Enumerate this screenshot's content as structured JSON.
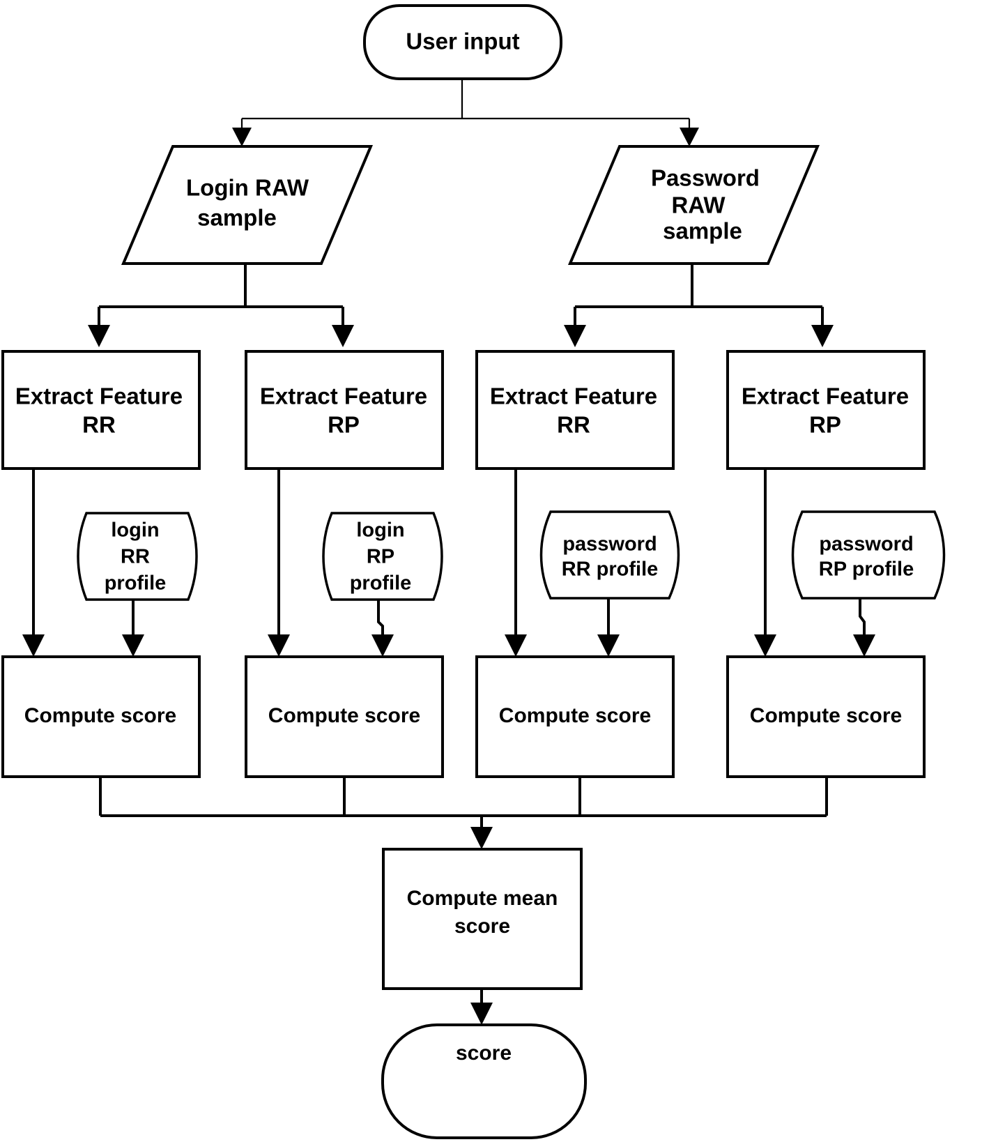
{
  "diagram": {
    "title": "Keystroke dynamics scoring flowchart",
    "colors": {
      "stroke": "#000000",
      "fill": "#ffffff",
      "background": "#ffffff"
    },
    "nodes": {
      "user_input": {
        "label": "User input",
        "shape": "terminator"
      },
      "login_raw": {
        "line1": "Login RAW",
        "line2": "sample",
        "shape": "parallelogram"
      },
      "password_raw": {
        "line1": "Password",
        "line2": "RAW",
        "line3": "sample",
        "shape": "parallelogram"
      },
      "extract_1": {
        "line1": "Extract Feature",
        "line2": "RR",
        "shape": "process"
      },
      "extract_2": {
        "line1": "Extract Feature",
        "line2": "RP",
        "shape": "process"
      },
      "extract_3": {
        "line1": "Extract Feature",
        "line2": "RR",
        "shape": "process"
      },
      "extract_4": {
        "line1": "Extract Feature",
        "line2": "RP",
        "shape": "process"
      },
      "profile_1": {
        "line1": "login",
        "line2": "RR",
        "line3": "profile",
        "shape": "stored-data"
      },
      "profile_2": {
        "line1": "login",
        "line2": "RP",
        "line3": "profile",
        "shape": "stored-data"
      },
      "profile_3": {
        "line1": "password",
        "line2": "RR profile",
        "shape": "stored-data"
      },
      "profile_4": {
        "line1": "password",
        "line2": "RP profile",
        "shape": "stored-data"
      },
      "score_1": {
        "label": "Compute score",
        "shape": "process"
      },
      "score_2": {
        "label": "Compute score",
        "shape": "process"
      },
      "score_3": {
        "label": "Compute score",
        "shape": "process"
      },
      "score_4": {
        "label": "Compute score",
        "shape": "process"
      },
      "mean_score": {
        "line1": "Compute mean",
        "line2": "score",
        "shape": "process"
      },
      "final_score": {
        "label": "score",
        "shape": "terminator"
      }
    },
    "edges": [
      {
        "from": "user_input",
        "to": "login_raw"
      },
      {
        "from": "user_input",
        "to": "password_raw"
      },
      {
        "from": "login_raw",
        "to": "extract_1"
      },
      {
        "from": "login_raw",
        "to": "extract_2"
      },
      {
        "from": "password_raw",
        "to": "extract_3"
      },
      {
        "from": "password_raw",
        "to": "extract_4"
      },
      {
        "from": "extract_1",
        "to": "score_1"
      },
      {
        "from": "extract_2",
        "to": "score_2"
      },
      {
        "from": "extract_3",
        "to": "score_3"
      },
      {
        "from": "extract_4",
        "to": "score_4"
      },
      {
        "from": "profile_1",
        "to": "score_1"
      },
      {
        "from": "profile_2",
        "to": "score_2"
      },
      {
        "from": "profile_3",
        "to": "score_3"
      },
      {
        "from": "profile_4",
        "to": "score_4"
      },
      {
        "from": "score_1",
        "to": "mean_score"
      },
      {
        "from": "score_2",
        "to": "mean_score"
      },
      {
        "from": "score_3",
        "to": "mean_score"
      },
      {
        "from": "score_4",
        "to": "mean_score"
      },
      {
        "from": "mean_score",
        "to": "final_score"
      }
    ]
  }
}
